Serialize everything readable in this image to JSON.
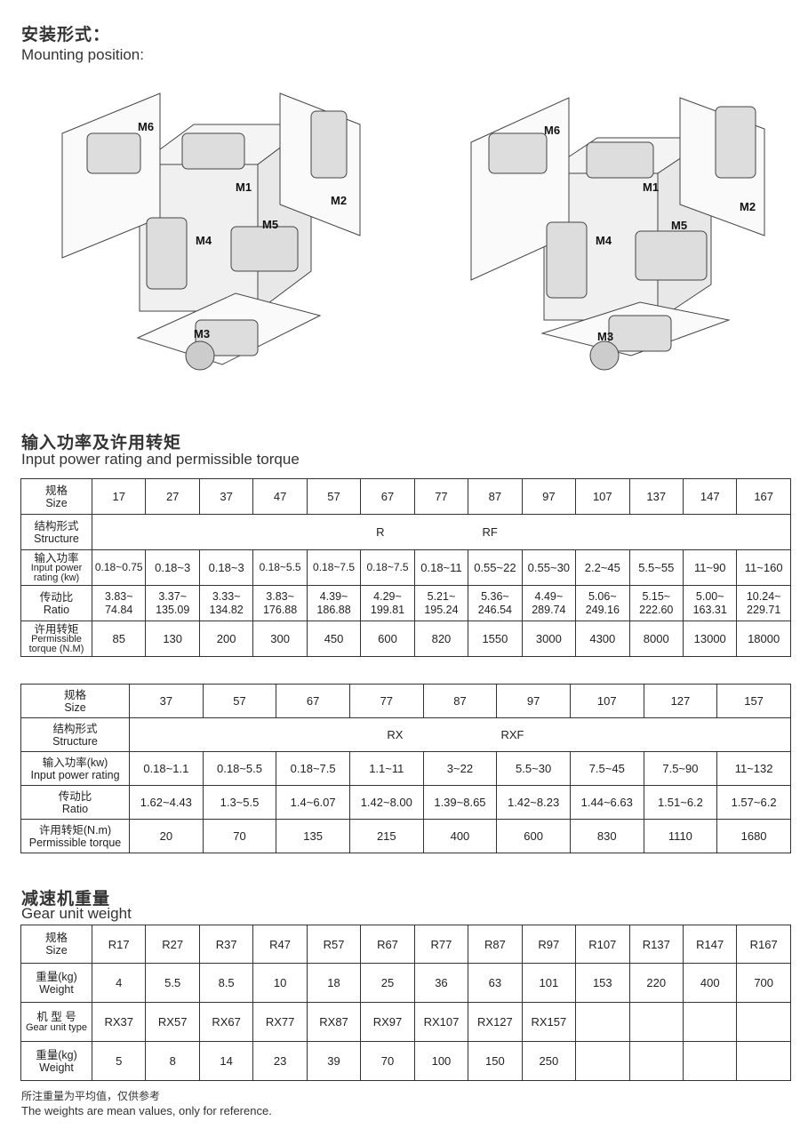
{
  "mounting": {
    "title_cn": "安装形式：",
    "title_en": "Mounting position:",
    "labels": [
      "M1",
      "M2",
      "M3",
      "M4",
      "M5",
      "M6"
    ]
  },
  "power": {
    "title_cn": "输入功率及许用转矩",
    "title_en": "Input power rating and permissible torque"
  },
  "table1": {
    "size_cn": "规格",
    "size_en": "Size",
    "sizes": [
      "17",
      "27",
      "37",
      "47",
      "57",
      "67",
      "77",
      "87",
      "97",
      "107",
      "137",
      "147",
      "167"
    ],
    "structure_cn": "结构形式",
    "structure_en": "Structure",
    "structure_a": "R",
    "structure_b": "RF",
    "power_cn": "输入功率",
    "power_en": "Input power rating  (kw)",
    "power": [
      "0.18~0.75",
      "0.18~3",
      "0.18~3",
      "0.18~5.5",
      "0.18~7.5",
      "0.18~7.5",
      "0.18~11",
      "0.55~22",
      "0.55~30",
      "2.2~45",
      "5.5~55",
      "11~90",
      "11~160"
    ],
    "ratio_cn": "传动比",
    "ratio_en": "Ratio",
    "ratio_lo": [
      "3.83~",
      "3.37~",
      "3.33~",
      "3.83~",
      "4.39~",
      "4.29~",
      "5.21~",
      "5.36~",
      "4.49~",
      "5.06~",
      "5.15~",
      "5.00~",
      "10.24~"
    ],
    "ratio_hi": [
      "74.84",
      "135.09",
      "134.82",
      "176.88",
      "186.88",
      "199.81",
      "195.24",
      "246.54",
      "289.74",
      "249.16",
      "222.60",
      "163.31",
      "229.71"
    ],
    "torque_cn": "许用转矩",
    "torque_en": "Permissible torque  (N.M)",
    "torque": [
      "85",
      "130",
      "200",
      "300",
      "450",
      "600",
      "820",
      "1550",
      "3000",
      "4300",
      "8000",
      "13000",
      "18000"
    ]
  },
  "table2": {
    "size_cn": "规格",
    "size_en": "Size",
    "sizes": [
      "37",
      "57",
      "67",
      "77",
      "87",
      "97",
      "107",
      "127",
      "157"
    ],
    "structure_cn": "结构形式",
    "structure_en": "Structure",
    "structure_a": "RX",
    "structure_b": "RXF",
    "power_cn": "输入功率(kw)",
    "power_en": "Input power rating",
    "power": [
      "0.18~1.1",
      "0.18~5.5",
      "0.18~7.5",
      "1.1~11",
      "3~22",
      "5.5~30",
      "7.5~45",
      "7.5~90",
      "11~132"
    ],
    "ratio_cn": "传动比",
    "ratio_en": "Ratio",
    "ratio": [
      "1.62~4.43",
      "1.3~5.5",
      "1.4~6.07",
      "1.42~8.00",
      "1.39~8.65",
      "1.42~8.23",
      "1.44~6.63",
      "1.51~6.2",
      "1.57~6.2"
    ],
    "torque_cn": "许用转矩(N.m)",
    "torque_en": "Permissible torque",
    "torque": [
      "20",
      "70",
      "135",
      "215",
      "400",
      "600",
      "830",
      "1110",
      "1680"
    ]
  },
  "weight": {
    "title_cn": "减速机重量",
    "title_en": "Gear unit weight"
  },
  "table3": {
    "size_cn": "规格",
    "size_en": "Size",
    "sizes": [
      "R17",
      "R27",
      "R37",
      "R47",
      "R57",
      "R67",
      "R77",
      "R87",
      "R97",
      "R107",
      "R137",
      "R147",
      "R167"
    ],
    "weight_cn": "重量(kg)",
    "weight_en": "Weight",
    "weights": [
      "4",
      "5.5",
      "8.5",
      "10",
      "18",
      "25",
      "36",
      "63",
      "101",
      "153",
      "220",
      "400",
      "700"
    ],
    "type_cn": "机 型 号",
    "type_en": "Gear unit type",
    "types": [
      "RX37",
      "RX57",
      "RX67",
      "RX77",
      "RX87",
      "RX97",
      "RX107",
      "RX127",
      "RX157",
      "",
      "",
      "",
      ""
    ],
    "weight2_cn": "重量(kg)",
    "weight2_en": "Weight",
    "weights2": [
      "5",
      "8",
      "14",
      "23",
      "39",
      "70",
      "100",
      "150",
      "250",
      "",
      "",
      "",
      ""
    ]
  },
  "note": {
    "cn": "所注重量为平均值，仅供参考",
    "en": "The weights are mean values, only for reference."
  }
}
